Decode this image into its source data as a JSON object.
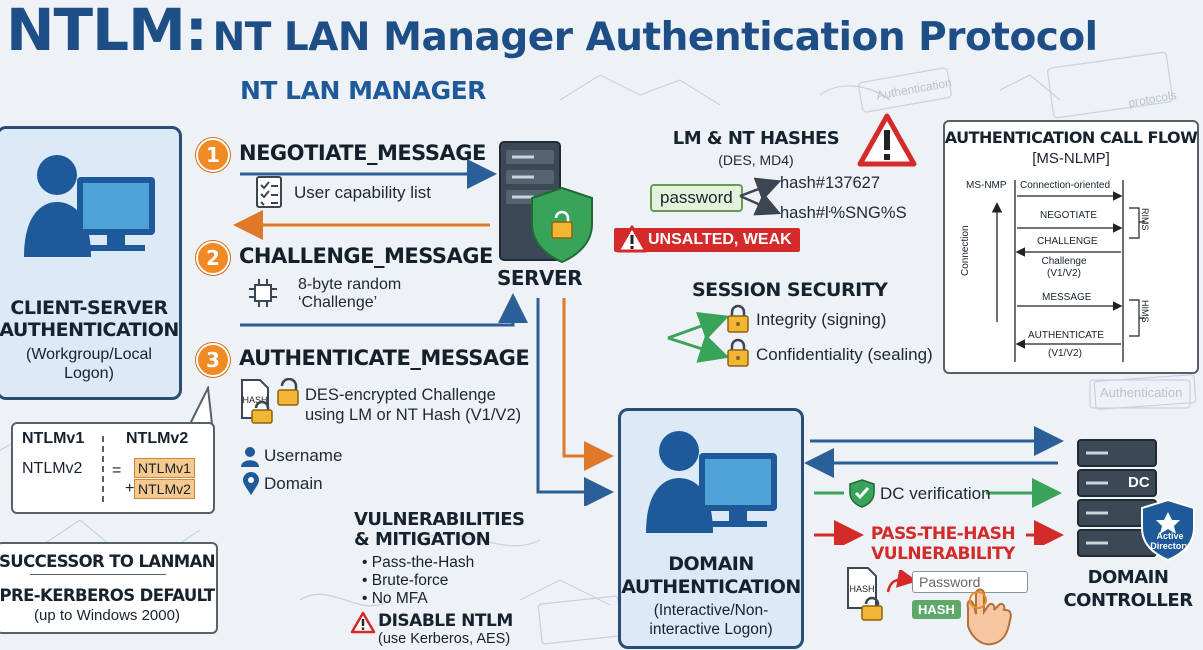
{
  "title": {
    "part1": "NTLM:",
    "part2": "NT LAN Manager Authentication Protocol"
  },
  "subtitle": "NT LAN MANAGER",
  "client": {
    "title_line1": "CLIENT-SERVER",
    "title_line2": "AUTHENTICATION",
    "sub_line1": "(Workgroup/Local",
    "sub_line2": "Logon)"
  },
  "steps": [
    {
      "number": "1",
      "title": "NEGOTIATE_MESSAGE",
      "desc": "User capability list"
    },
    {
      "number": "2",
      "title": "CHALLENGE_MESSAGE",
      "desc_line1": "8-byte random",
      "desc_line2": "‘Challenge’"
    },
    {
      "number": "3",
      "title": "AUTHENTICATE_MESSAGE",
      "desc_line1": "DES-encrypted Challenge",
      "desc_line2": "using LM or NT Hash (V1/V2)",
      "hash_label": "HASH"
    }
  ],
  "identity": {
    "username": "Username",
    "domain": "Domain"
  },
  "server": {
    "label": "SERVER"
  },
  "hashes": {
    "title": "LM & NT HASHES",
    "subtitle": "(DES, MD4)",
    "password": "password",
    "hash1": "hash#137627",
    "hash2": "hash#ŀ%SNG%S",
    "warning": "UNSALTED, WEAK"
  },
  "session": {
    "title": "SESSION SECURITY",
    "item1": "Integrity (signing)",
    "item2": "Confidentiality (sealing)"
  },
  "callflow": {
    "title": "AUTHENTICATION CALL FLOW",
    "subtitle": "[MS-NLMP]",
    "left_label": "MS-NMP",
    "connection_oriented": "Connection-oriented",
    "negotiate": "NEGOTIATE",
    "challenge": "CHALLENGE",
    "challenge_sub1": "Challenge",
    "challenge_sub2": "(V1/V2)",
    "message": "MESSAGE",
    "authenticate": "AUTHENTICATE",
    "authenticate_sub": "(V1/V2)",
    "vertical_label": "Connection",
    "side1": "RIMS",
    "side2": "HIMS"
  },
  "versions": {
    "col1": "NTLMv1",
    "col2": "NTLMv2",
    "row_label": "NTLMv2",
    "eq": "=",
    "plus": "+",
    "v1": "NTLMv1",
    "v2": "NTLMv2"
  },
  "successor": {
    "line1": "SUCCESSOR TO LANMAN",
    "line2": "PRE-KERBEROS DEFAULT",
    "line3": "(up to Windows 2000)"
  },
  "vulns": {
    "title_line1": "VULNERABILITIES",
    "title_line2": "& MITIGATION",
    "items": [
      "Pass-the-Hash",
      "Brute-force",
      "No MFA"
    ],
    "disable": "DISABLE NTLM",
    "disable_sub": "(use Kerberos, AES)"
  },
  "domain_auth": {
    "title_line1": "DOMAIN",
    "title_line2": "AUTHENTICATION",
    "sub_line1": "(Interactive/Non-",
    "sub_line2": "interactive Logon)"
  },
  "dc": {
    "verification": "DC verification",
    "pth_line1": "PASS-THE-HASH",
    "pth_line2": "VULNERABILITY",
    "password_placeholder": "Password",
    "hash_tag": "HASH",
    "file_tag": "HASH",
    "dc_tag": "DC",
    "ad_line1": "Active",
    "ad_line2": "Directory",
    "label_line1": "DOMAIN",
    "label_line2": "CONTROLLER"
  },
  "sketch": {
    "auth1": "Authentication",
    "auth2": "Authentication",
    "protocols": "protocols"
  },
  "colors": {
    "navy": "#1d4f86",
    "orange": "#f08a24",
    "red": "#d42a2a",
    "green": "#3aa35a",
    "blue_arrow": "#2a5f98"
  }
}
